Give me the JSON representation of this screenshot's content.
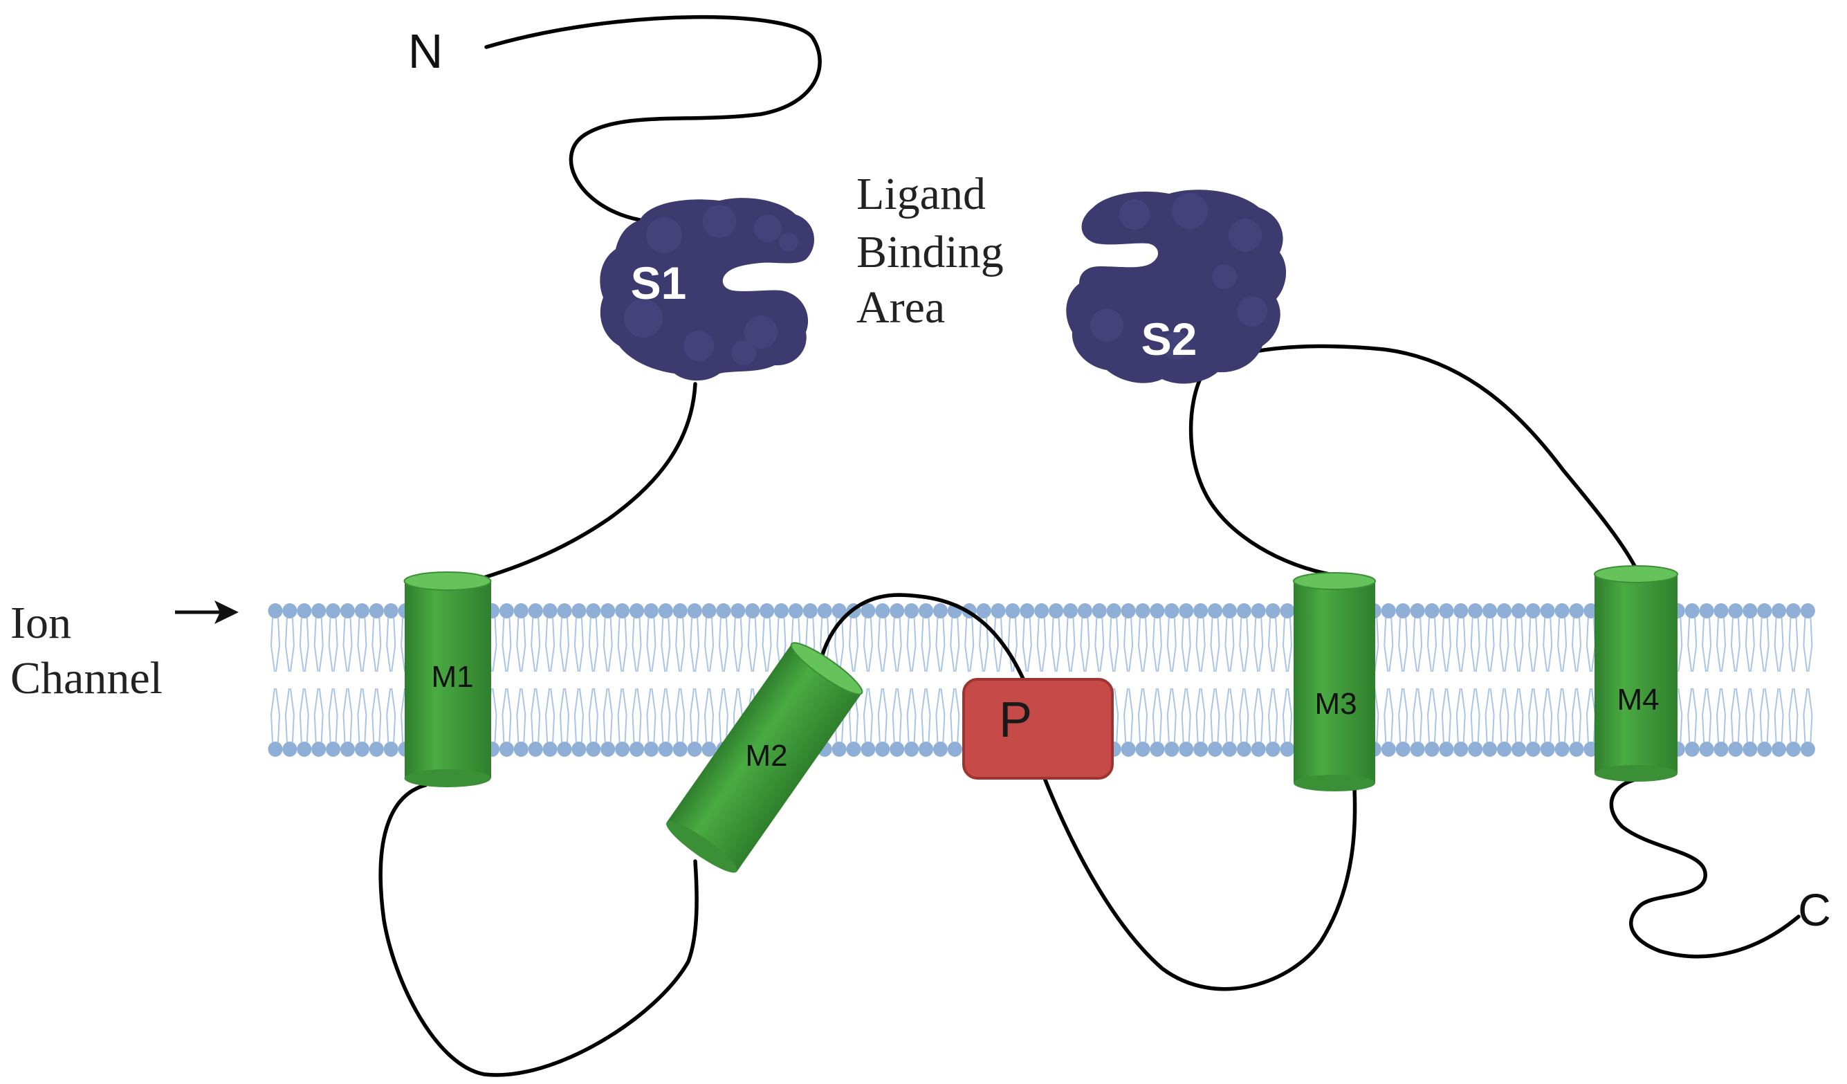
{
  "labels": {
    "n_terminus": "N",
    "c_terminus": "C",
    "ligand_area": [
      "Ligand",
      "Binding",
      "Area"
    ],
    "ion_channel": [
      "Ion",
      "Channel"
    ]
  },
  "domains": {
    "s1": "S1",
    "s2": "S2"
  },
  "segments": {
    "m1": "M1",
    "m2": "M2",
    "m3": "M3",
    "m4": "M4",
    "p": "P"
  },
  "colors": {
    "lipid_head": "#8fafd7",
    "lipid_tail": "#a9c4e6",
    "helix_green": "#3f9a3a",
    "helix_top": "#66c25a",
    "p_loop_red": "#c64a48",
    "ligand_domain": "#3c3a6e",
    "chain": "#000000"
  },
  "icons": {
    "arrow": "arrow-right-icon"
  }
}
